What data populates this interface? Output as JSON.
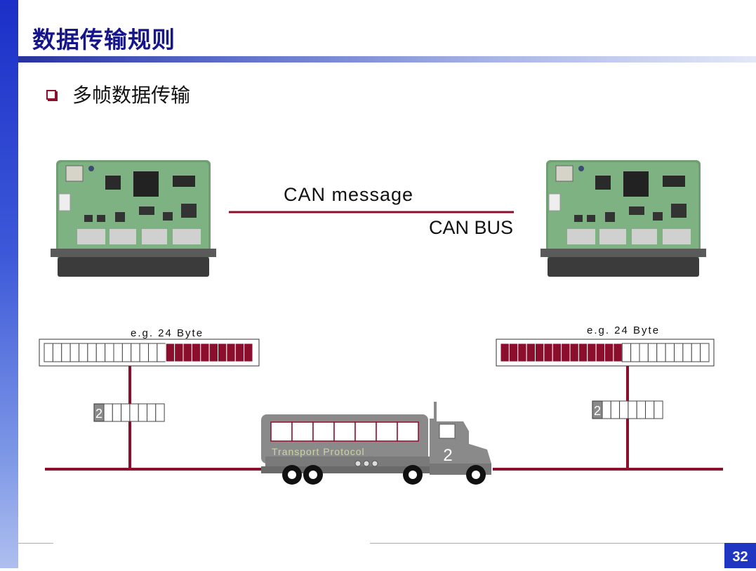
{
  "slide": {
    "title": "数据传输规则",
    "bullet": "多帧数据传输",
    "page_number": "32"
  },
  "diagram": {
    "can_message_label": "CAN message",
    "can_bus_label": "CAN BUS",
    "left_buffer_label": "e.g. 24 Byte",
    "right_buffer_label": "e.g. 24 Byte",
    "packet_sequence_number": "2",
    "truck_label": "Transport Protocol",
    "truck_number": "2",
    "accent_color": "#8c0e2d",
    "buffer_cells_total": 24,
    "left_buffer_filled_from": 14,
    "right_buffer_filled_to": 14
  }
}
